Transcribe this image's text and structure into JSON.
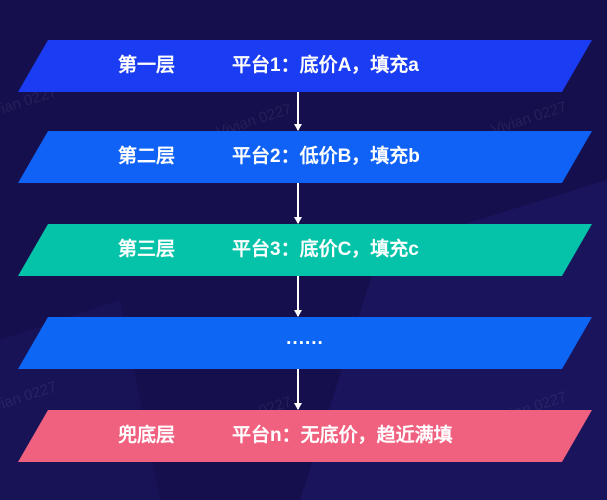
{
  "layers": [
    {
      "name": "第一层",
      "desc": "平台1：底价A，填充a",
      "color": "#1a3cf2"
    },
    {
      "name": "第二层",
      "desc": "平台2：低价B，填充b",
      "color": "#0f62f5"
    },
    {
      "name": "第三层",
      "desc": "平台3：底价C，填充c",
      "color": "#05c3a9"
    },
    {
      "name": "",
      "desc": "......",
      "color": "#0d66f4"
    },
    {
      "name": "兜底层",
      "desc": "平台n：无底价，趋近满填",
      "color": "#f0607f"
    }
  ],
  "watermark": "Vivian 0227"
}
